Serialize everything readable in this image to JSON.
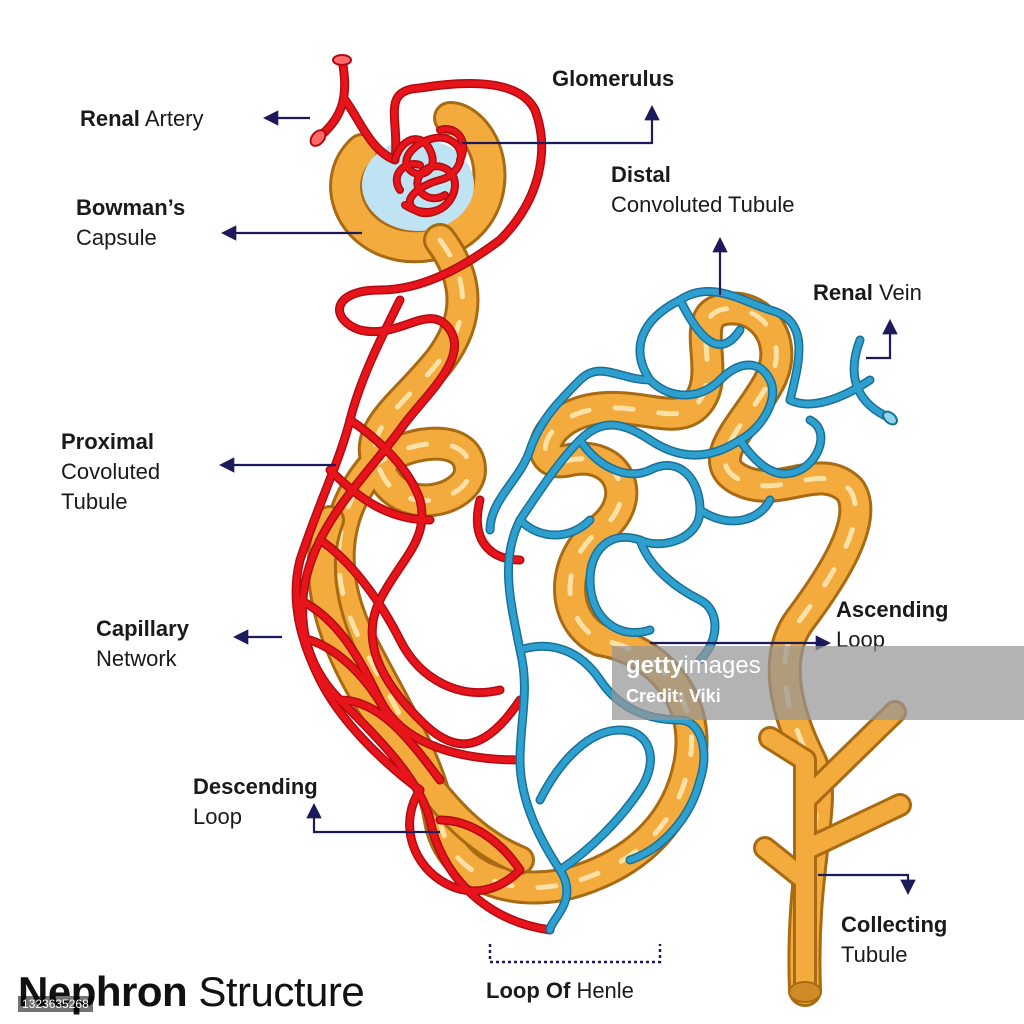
{
  "title": {
    "bold": "Nephron",
    "regular": "Structure"
  },
  "labels": {
    "renal_artery": {
      "bold": "Renal",
      "regular": "Artery"
    },
    "glomerulus": {
      "bold": "Glomerulus"
    },
    "bowmans_capsule": {
      "bold": "Bowman’s",
      "regular": "Capsule"
    },
    "distal_tubule": {
      "bold": "Distal",
      "regular": "Convoluted Tubule"
    },
    "renal_vein": {
      "bold": "Renal",
      "regular": "Vein"
    },
    "proximal_tubule": {
      "bold": "Proximal",
      "line2": "Covoluted",
      "line3": "Tubule"
    },
    "capillary_network": {
      "bold": "Capillary",
      "regular": "Network"
    },
    "ascending_loop": {
      "bold": "Ascending",
      "regular": "Loop"
    },
    "descending_loop": {
      "bold": "Descending",
      "regular": "Loop"
    },
    "collecting_tubule": {
      "bold": "Collecting",
      "regular": "Tubule"
    },
    "loop_of_henle": {
      "bold": "Loop Of",
      "regular": "Henle"
    }
  },
  "watermark": {
    "brand_bold": "getty",
    "brand_regular": "images",
    "credit": "Credit: Viki",
    "image_id": "1323635268"
  },
  "colors": {
    "artery": "#e8141b",
    "vein": "#2ea0d0",
    "tubule": "#f2ab3c",
    "tubule_edge": "#a86a12",
    "arrow": "#1d1a5c"
  }
}
